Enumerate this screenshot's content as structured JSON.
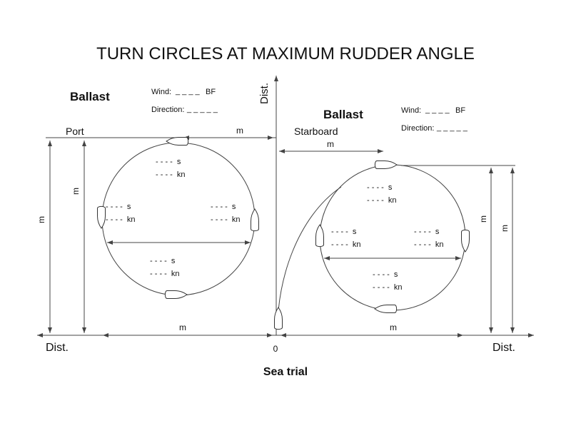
{
  "title": "TURN CIRCLES AT MAXIMUM RUDDER ANGLE",
  "caption": "Sea trial",
  "axes": {
    "vertical_label": "Dist.",
    "bottom_left_label": "Dist.",
    "bottom_right_label": "Dist.",
    "origin_label": "0"
  },
  "port": {
    "condition": "Ballast",
    "side": "Port",
    "wind_label": "Wind:",
    "wind_blank": "_ _ _ _",
    "wind_unit": "BF",
    "direction_label": "Direction:",
    "direction_blank": "_ _ _ _ _",
    "transfer_label": "m",
    "diameter_label": "m",
    "track_label": "m",
    "dim_labels": [
      "m",
      "m"
    ],
    "readings": [
      {
        "time": "- - - -  s",
        "speed": "- - - -  kn"
      },
      {
        "time": "- - - -  s",
        "speed": "- - - -  kn"
      },
      {
        "time": "- - - -  s",
        "speed": "- - - -  kn"
      },
      {
        "time": "- - - -  s",
        "speed": "- - - -  kn"
      }
    ]
  },
  "starboard": {
    "condition": "Ballast",
    "side": "Starboard",
    "wind_label": "Wind:",
    "wind_blank": "_ _ _ _",
    "wind_unit": "BF",
    "direction_label": "Direction:",
    "direction_blank": "_ _ _ _ _",
    "transfer_label": "m",
    "diameter_label": "m",
    "track_label": "m",
    "dim_labels": [
      "m",
      "m"
    ],
    "readings": [
      {
        "time": "- - - -  s",
        "speed": "- - - -  kn"
      },
      {
        "time": "- - - -  s",
        "speed": "- - - -  kn"
      },
      {
        "time": "- - - -  s",
        "speed": "- - - -  kn"
      },
      {
        "time": "- - - -  s",
        "speed": "- - - -  kn"
      }
    ]
  }
}
